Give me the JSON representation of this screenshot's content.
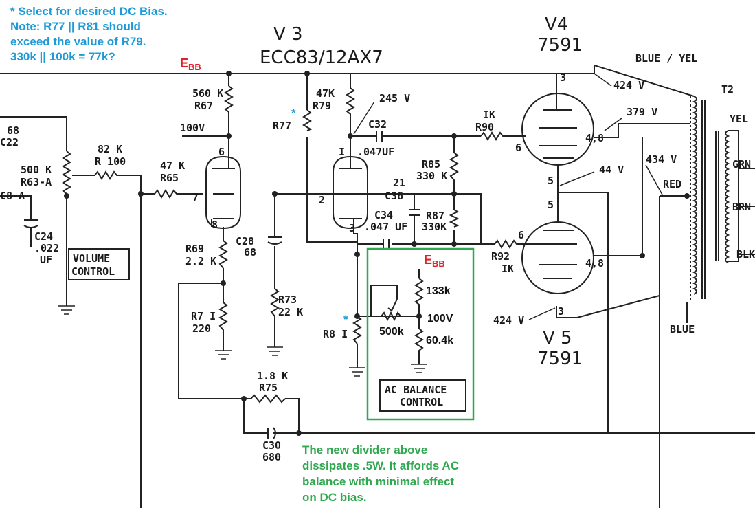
{
  "colors": {
    "annotation_blue": "#1e9bd7",
    "annotation_green": "#2fa84f",
    "ebb_red": "#e0202a",
    "ink": "#222222"
  },
  "annotation_top": [
    "* Select for desired DC Bias.",
    "Note: R77 || R81 should",
    "exceed the value of R79.",
    "330k || 100k = 77k?"
  ],
  "annotation_bottom": [
    "The new divider above",
    "dissipates .5W. It affords AC",
    "balance with minimal effect",
    "on DC bias."
  ],
  "ebb": {
    "main": "E",
    "sub": "BB"
  },
  "tubes": {
    "v3": {
      "name": "V 3",
      "type": "ECC83/12AX7"
    },
    "v4": {
      "name": "V4",
      "type": "7591"
    },
    "v5": {
      "name": "V 5",
      "type": "7591"
    }
  },
  "resistors": {
    "r67": {
      "value": "560 K",
      "ref": "R67"
    },
    "r79": {
      "value": "47K",
      "ref": "R79"
    },
    "r77": {
      "ref": "R77"
    },
    "r100": {
      "value": "82 K",
      "ref": "R 100"
    },
    "r65": {
      "value": "47 K",
      "ref": "R65"
    },
    "r63": {
      "value": "500 K",
      "ref": "R63-A"
    },
    "r69": {
      "ref": "R69",
      "value": "2.2 K"
    },
    "r71": {
      "ref": "R7 I",
      "value": "220"
    },
    "r73": {
      "ref": "R73",
      "value": "22 K"
    },
    "r81": {
      "ref": "R8 I"
    },
    "r85": {
      "ref": "R85",
      "value": "330 K"
    },
    "r87": {
      "ref": "R87",
      "value": "330K"
    },
    "r90": {
      "value": "IK",
      "ref": "R90"
    },
    "r92": {
      "ref": "R92",
      "value": "IK"
    },
    "r75": {
      "value": "1.8 K",
      "ref": "R75"
    }
  },
  "capacitors": {
    "c32": {
      "ref": "C32",
      "value": ".047UF"
    },
    "c36": {
      "pin": "21",
      "ref": "C36"
    },
    "c34": {
      "ref": "C34",
      "value": ".047 UF"
    },
    "c28": {
      "ref": "C28",
      "value": "68"
    },
    "c24": {
      "ref": "C24",
      "value": ".022",
      "unit": "UF"
    },
    "c30": {
      "ref": "C30",
      "value": "680"
    },
    "c22": {
      "value": "68",
      "ref": "C22"
    },
    "c8": {
      "ref": "C8-A"
    }
  },
  "voltages": {
    "v100": "100V",
    "v245": "245 V",
    "v424a": "424 V",
    "v379": "379 V",
    "v44": "44 V",
    "v434": "434 V",
    "v424b": "424 V"
  },
  "pins": {
    "v3_6": "6",
    "v3_7": "7",
    "v3_8": "8",
    "v3_1": "I",
    "v3_2": "2",
    "v3_3": "3",
    "v4_3": "3",
    "v4_6": "6",
    "v4_48": "4,8",
    "v4_5": "5",
    "v5_5": "5",
    "v5_6": "6",
    "v5_48": "4,8",
    "v5_3": "3"
  },
  "transformer": {
    "ref": "T2",
    "blue_yel": "BLUE / YEL",
    "yel": "YEL",
    "grn": "GRN",
    "brn": "BRN",
    "blk": "BLK",
    "red": "RED",
    "blue": "BLUE"
  },
  "labels": {
    "volume_control": [
      "VOLUME",
      "CONTROL"
    ],
    "ac_balance": [
      "AC BALANCE",
      "CONTROL"
    ]
  },
  "new_divider": {
    "r_top": "133k",
    "node": "100V",
    "pot": "500k",
    "r_bot": "60.4k"
  },
  "marks": {
    "asterisk": "*"
  }
}
